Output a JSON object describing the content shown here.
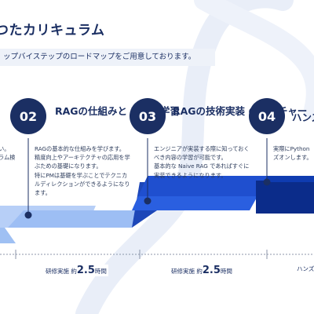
{
  "header": {
    "title": "つたカリキュラム",
    "subtitle": "ップバイステップのロードマップをご用意しております。"
  },
  "steps": [
    {
      "desc": "い。\nラム検"
    },
    {
      "number": "02",
      "title": "RAGの仕組みと\n応用を学習",
      "desc": "RAGの基本的な仕組みを学びます。\n精度向上やアーキテクチャの応用を学\nぶための基礎になります。\n特にPMは基礎を学ぶことでテクニカ\nルディレクションができるようになり\nます。",
      "duration_prefix": "研修実施 約",
      "duration_value": "2.5",
      "duration_unit": "時間"
    },
    {
      "number": "03",
      "title": "RAGの技術実装\nのレクチャー",
      "desc": "エンジニアが実装する際に知っておく\nべき内容の学習が可能です。\n基本的な Naive RAG であればすぐに\n実装できるようになります。",
      "duration_prefix": "研修実施 約",
      "duration_value": "2.5",
      "duration_unit": "時間"
    },
    {
      "number": "04",
      "title": "ハンズ",
      "desc": "実際にPython\nズオンします。",
      "duration_prefix": "ハンズ"
    }
  ],
  "colors": {
    "navy": "#1b2f63",
    "accent": "#1f4fcf",
    "light": "#8fb4f2"
  }
}
